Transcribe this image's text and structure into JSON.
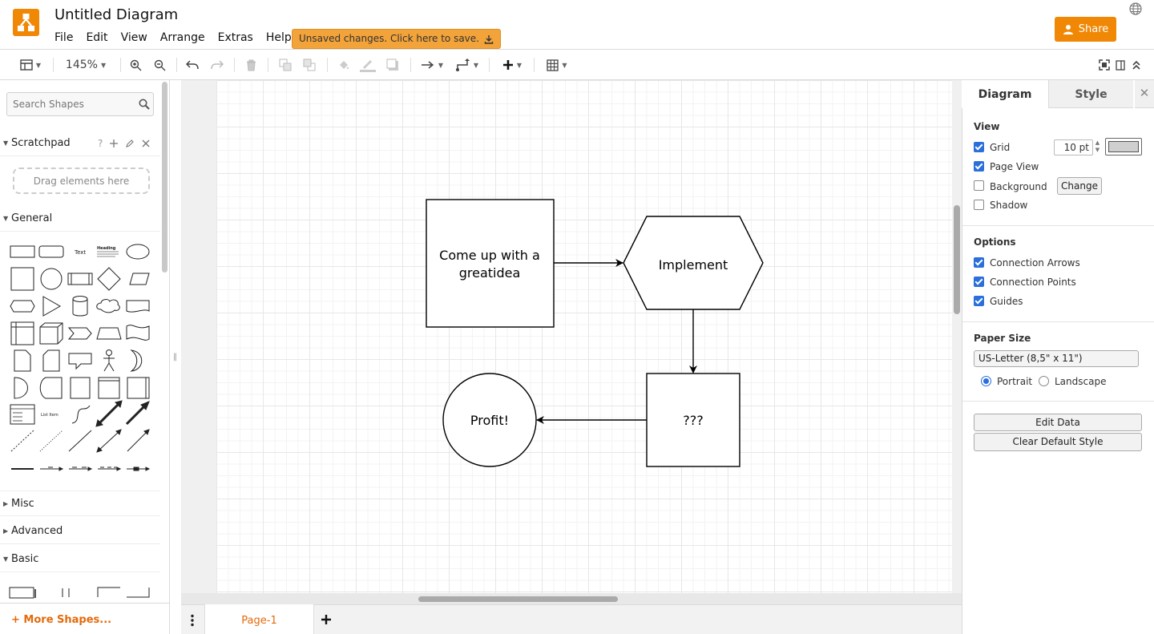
{
  "app": {
    "title": "Untitled Diagram",
    "brand_color": "#f08705",
    "menus": [
      "File",
      "Edit",
      "View",
      "Arrange",
      "Extras",
      "Help"
    ],
    "unsaved_notice": "Unsaved changes. Click here to save.",
    "share_label": "Share"
  },
  "toolbar": {
    "zoom": "145%",
    "icons": [
      "format-panel-icon",
      "zoom-in-icon",
      "zoom-out-icon",
      "undo-icon",
      "redo-icon",
      "delete-icon",
      "to-front-icon",
      "to-back-icon",
      "fill-color-icon",
      "line-color-icon",
      "shadow-icon",
      "connection-icon",
      "waypoints-icon",
      "insert-icon",
      "table-icon",
      "fullscreen-icon",
      "format-toggle-icon",
      "collapse-icon"
    ]
  },
  "sidebar": {
    "search_placeholder": "Search Shapes",
    "scratchpad_title": "Scratchpad",
    "scratchpad_help": "?",
    "drag_hint": "Drag elements here",
    "sections": {
      "general": "General",
      "misc": "Misc",
      "advanced": "Advanced",
      "basic": "Basic"
    },
    "text_shape_label": "Text",
    "heading_shape_label": "Heading",
    "list_shape_label": "List Item",
    "more_shapes": "More Shapes..."
  },
  "diagram": {
    "nodes": {
      "idea_line1": "Come up with a",
      "idea_line2": "greatidea",
      "implement": "Implement",
      "unknown": "???",
      "profit": "Profit!"
    }
  },
  "pages": {
    "tabs": [
      "Page-1"
    ]
  },
  "format_panel": {
    "tabs": [
      "Diagram",
      "Style"
    ],
    "view_heading": "View",
    "grid_label": "Grid",
    "grid_checked": true,
    "grid_size": "10 pt",
    "page_view_label": "Page View",
    "page_view_checked": true,
    "background_label": "Background",
    "background_checked": false,
    "change_button": "Change",
    "shadow_label": "Shadow",
    "shadow_checked": false,
    "options_heading": "Options",
    "connection_arrows_label": "Connection Arrows",
    "connection_points_label": "Connection Points",
    "guides_label": "Guides",
    "paper_size_heading": "Paper Size",
    "paper_size_value": "US-Letter (8,5\" x 11\")",
    "portrait_label": "Portrait",
    "landscape_label": "Landscape",
    "orientation": "Portrait",
    "edit_data_button": "Edit Data",
    "clear_style_button": "Clear Default Style",
    "checkbox_color": "#2a6fdb"
  }
}
